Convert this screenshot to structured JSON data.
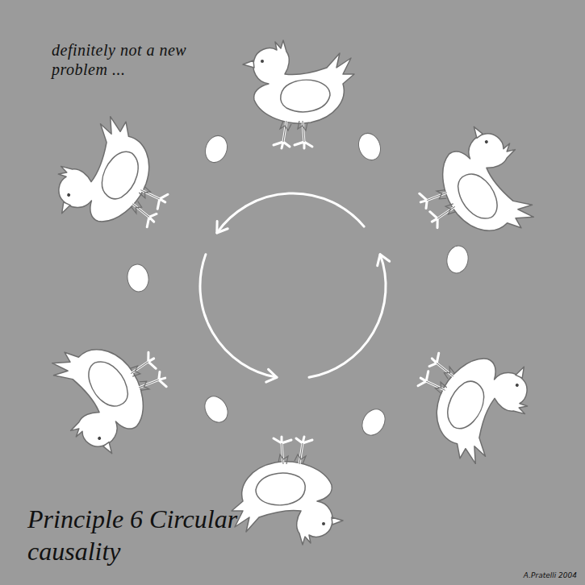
{
  "diagram": {
    "title": "Principle 6 Circular causality",
    "labels": [
      "definitely not a new problem ...",
      "A.Pratelli 2004"
    ]
  }
}
